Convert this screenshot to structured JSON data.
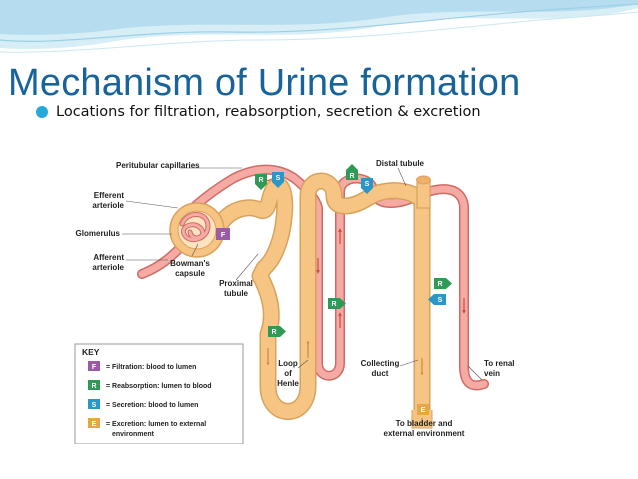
{
  "title": "Mechanism of Urine formation",
  "bullet": "Locations for filtration, reabsorption, secretion & excretion",
  "colors": {
    "title": "#17639a",
    "bullet": "#28a8d6",
    "capillary": "#f19a93",
    "tubule": "#f7c583",
    "filtration": "#9a5aa6",
    "reabsorption": "#2f9a55",
    "secretion": "#2a97c8",
    "excretion": "#e6a647"
  },
  "labels": {
    "peritubular": "Peritubular capillaries",
    "distal": "Distal tubule",
    "efferent_1": "Efferent",
    "efferent_2": "arteriole",
    "glomerulus": "Glomerulus",
    "afferent_1": "Afferent",
    "afferent_2": "arteriole",
    "bowmans_1": "Bowman's",
    "bowmans_2": "capsule",
    "proximal_1": "Proximal",
    "proximal_2": "tubule",
    "loop_1": "Loop",
    "loop_2": "of",
    "loop_3": "Henle",
    "collecting_1": "Collecting",
    "collecting_2": "duct",
    "renal_1": "To renal",
    "renal_2": "vein",
    "bladder_1": "To bladder and",
    "bladder_2": "external environment"
  },
  "badges": {
    "F": "F",
    "R": "R",
    "S": "S",
    "E": "E"
  },
  "key": {
    "title": "KEY",
    "filtration": "= Filtration: blood to lumen",
    "reabsorption": "= Reabsorption: lumen to blood",
    "secretion": "= Secretion: blood to lumen",
    "excretion_1": "= Excretion: lumen to external",
    "excretion_2": "environment"
  }
}
